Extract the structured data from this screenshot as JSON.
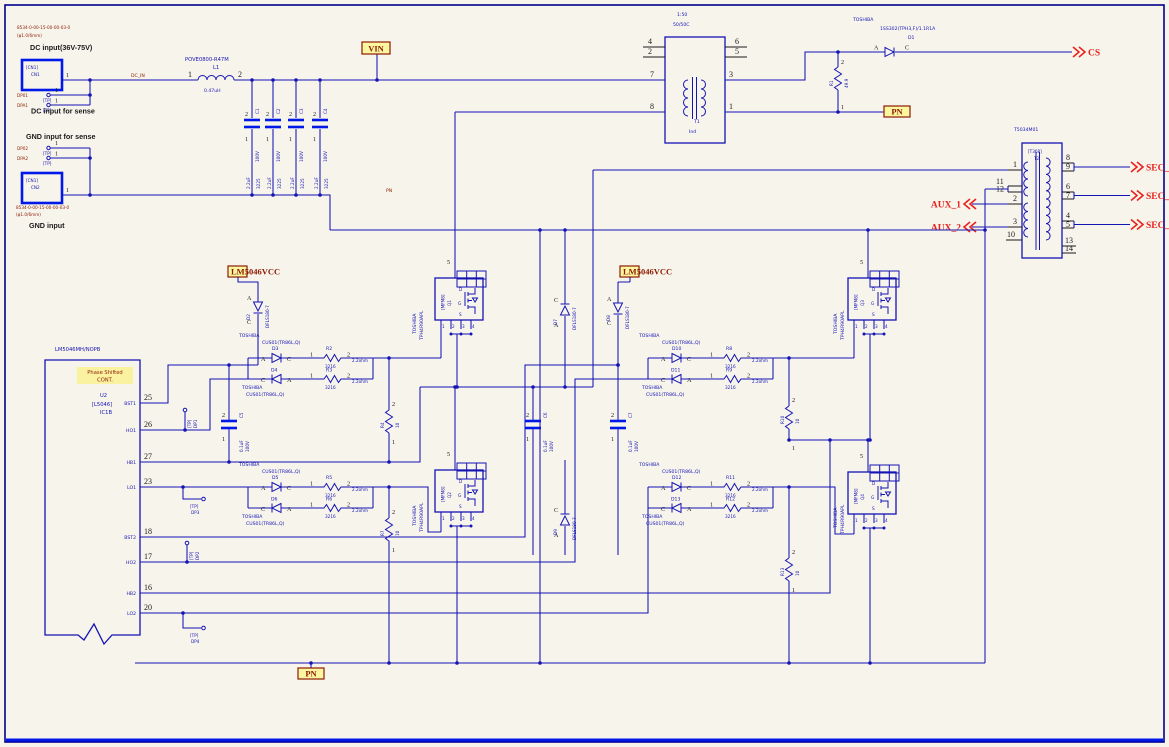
{
  "page": {
    "bg": "#f7f4ec",
    "border_color": "#00008c",
    "wire_color": "#1414b4",
    "red": "#e8231d",
    "dark_red": "#8c1c00",
    "yellow": "#fdf6a0"
  },
  "header": {
    "code": "8534-0-00-15-00-00-03-0",
    "dim": "(φ1.0/6mm)"
  },
  "input": {
    "dc_title": "DC input(36V-75V)",
    "dc_sense": "DC input for sense",
    "gnd_sense": "GND input for sense",
    "gnd_title": "GND input",
    "code": "8534-0-00-15-00-00-03-0",
    "dim": "(φ1.0/6mm)",
    "cn1": {
      "bracket": "[CN1]",
      "ref": "CN1",
      "p1": "1"
    },
    "cn2": {
      "bracket": "[CN1]",
      "ref": "CN2",
      "p1": "1"
    },
    "dp01": {
      "ref": "DP01",
      "tp": "[TP]",
      "p1": "1"
    },
    "dpa1": {
      "ref": "DPA1",
      "tp": "[TP]",
      "p1": "1"
    },
    "dp02": {
      "ref": "DP02",
      "tp": "[TP]",
      "p1": "1"
    },
    "dpa2": {
      "ref": "DPA2",
      "tp": "[TP]",
      "p1": "1"
    },
    "net_dc_in": "DC_IN",
    "net_pn": "PN"
  },
  "l1": {
    "part": "POVE0800-R47M",
    "ref": "L1",
    "value": "0.47uH",
    "p1": "1",
    "p2": "2"
  },
  "input_caps": {
    "refs": [
      "C1",
      "C2",
      "C3",
      "C4"
    ],
    "value": "2.2uF",
    "voltage": "100V",
    "size": "3225",
    "p_top": "2",
    "p_bot": "1"
  },
  "nets": {
    "vin": "VIN",
    "pn_top": "PN",
    "pn_bottom": "PN",
    "cs": "CS",
    "sec1": "SEC_1",
    "sec2": "SEC_2",
    "sec3": "SEC_3",
    "aux1": "AUX_1",
    "aux2": "AUX_2",
    "vcc_left": "LM5046VCC",
    "vcc_right": "LM5046VCC"
  },
  "t1": {
    "ratio": "1:50",
    "type": "50/50C",
    "ref": "T1",
    "value": "Ind",
    "pl4": "4",
    "pl2": "2",
    "pl7": "7",
    "pl8": "8",
    "pr6": "6",
    "pr5": "5",
    "pr3": "3",
    "pr1": "1"
  },
  "d1": {
    "mfr": "TOSHIBA",
    "part": "1SS302(TPH3,F)/1.1R1A",
    "ref": "D1",
    "a": "A",
    "c": "C"
  },
  "r1": {
    "ref": "R1",
    "value": "49.9",
    "p2": "2",
    "p1": "1"
  },
  "t2": {
    "part": "T5034M01",
    "bracket": "[T368]",
    "ref": "T2",
    "p1": "1",
    "p11": "11",
    "p12": "12",
    "p2": "2",
    "p3": "3",
    "p10": "10",
    "p8": "8",
    "p9": "9",
    "p6": "6",
    "p7": "7",
    "p4": "4",
    "p5": "5",
    "p13": "13",
    "p14": "14"
  },
  "ic": {
    "part": "LM5046MH/NOPB",
    "note1": "Phase Shifted",
    "note2": "CONT.",
    "ref": "U2",
    "bracket": "[L5046]",
    "sub": "IC1B",
    "pins": [
      {
        "n": "25",
        "name": "BST1"
      },
      {
        "n": "26",
        "name": "HO1"
      },
      {
        "n": "27",
        "name": "HB1"
      },
      {
        "n": "23",
        "name": "LO1"
      },
      {
        "n": "18",
        "name": "BST2"
      },
      {
        "n": "17",
        "name": "HO2"
      },
      {
        "n": "16",
        "name": "HB2"
      },
      {
        "n": "20",
        "name": "LO2"
      }
    ]
  },
  "boot_left": {
    "d_ref": "D2",
    "d_part": "DFLS180-7",
    "a": "A",
    "c": "C",
    "c_ref": "C5",
    "c_val": "0.1uF",
    "c_volt": "100V",
    "p2": "2",
    "p1": "1"
  },
  "boot_right": {
    "d_ref": "D8",
    "d_part": "DFLS180-7",
    "a": "A",
    "c": "C",
    "c_ref": "C7",
    "c_val": "0.1uF",
    "c_volt": "100V",
    "p2": "2",
    "p1": "1"
  },
  "mid": {
    "d7": {
      "ref": "D7",
      "part": "DFLS180-7",
      "a": "A",
      "c": "C"
    },
    "d9": {
      "ref": "D9",
      "part": "DFLS180-7",
      "a": "A",
      "c": "C"
    },
    "c6": {
      "ref": "C6",
      "val": "0.1uF",
      "volt": "100V",
      "p2": "2",
      "p1": "1"
    }
  },
  "clusters": {
    "a": {
      "mfr": "TOSHIBA",
      "part": "CUS01(TR86L,Q)",
      "d_top": "D3",
      "d_bot": "D4",
      "r_top": "R2",
      "r_bot": "R3",
      "size": "3216",
      "val": "2.2ohm",
      "a": "A",
      "c": "C",
      "p1": "1",
      "p2": "2"
    },
    "b": {
      "mfr": "TOSHIBA",
      "part": "CUS01(TR86L,Q)",
      "d_top": "D5",
      "d_bot": "D6",
      "r_top": "R5",
      "r_bot": "R6",
      "size": "3216",
      "val": "2.2ohm",
      "a": "A",
      "c": "C",
      "p1": "1",
      "p2": "2"
    },
    "c": {
      "mfr": "TOSHIBA",
      "part": "CUS01(TR86L,Q)",
      "d_top": "D10",
      "d_bot": "D11",
      "r_top": "R8",
      "r_bot": "R9",
      "size": "3216",
      "val": "2.2ohm",
      "a": "A",
      "c": "C",
      "p1": "1",
      "p2": "2"
    },
    "d": {
      "mfr": "TOSHIBA",
      "part": "CUS01(TR86L,Q)",
      "d_top": "D12",
      "d_bot": "D13",
      "r_top": "R11",
      "r_bot": "R12",
      "size": "3216",
      "val": "2.2ohm",
      "a": "A",
      "c": "C",
      "p1": "1",
      "p2": "2"
    }
  },
  "gate_res": {
    "r4": {
      "ref": "R4",
      "val": "10"
    },
    "r7": {
      "ref": "R7",
      "val": "10"
    },
    "r10": {
      "ref": "R10",
      "val": "10"
    },
    "r13": {
      "ref": "R13",
      "val": "10"
    },
    "p2": "2",
    "p1": "1"
  },
  "mosfets": {
    "mfr": "TOSHIBA",
    "part": "TPH4R90APL",
    "bracket": "[MFM8]",
    "d": "D",
    "g": "G",
    "s": "S",
    "p5": "5",
    "p1": "1",
    "p2": "2",
    "p3": "3",
    "p4": "4",
    "q1": "Q1",
    "q2": "Q2",
    "q3": "Q3",
    "q4": "Q4"
  },
  "tps": {
    "tp": "[TP]",
    "dp1": "DP1",
    "dp2": "DP2",
    "dp3": "DP3",
    "dp4": "DP4"
  }
}
